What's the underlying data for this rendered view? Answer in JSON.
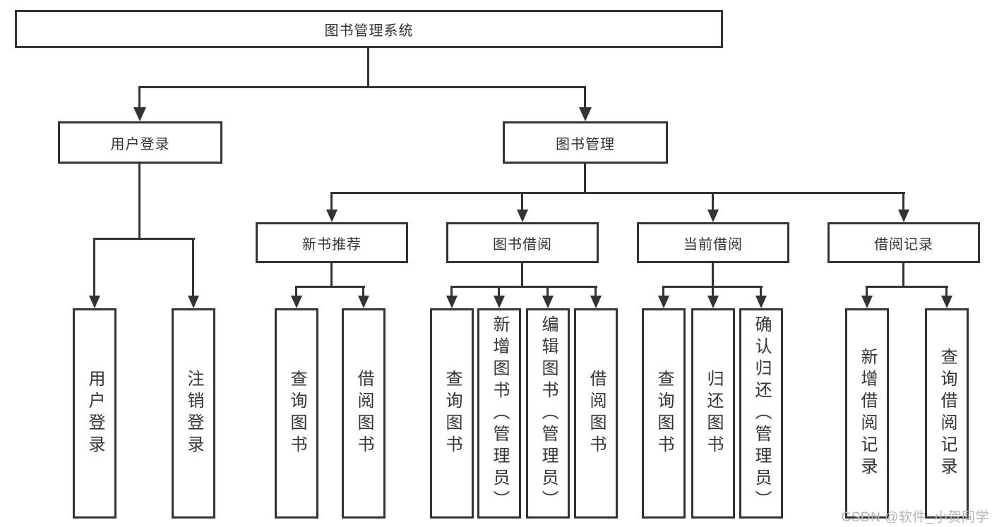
{
  "colors": {
    "line": "#333333",
    "text": "#333333",
    "watermark": "#b5b5b5",
    "background": "#ffffff"
  },
  "watermark": "CSDN @软件_小贺同学",
  "tree": {
    "label": "图书管理系统",
    "children": [
      {
        "label": "用户登录",
        "children": [
          {
            "label": "用户登录"
          },
          {
            "label": "注销登录"
          }
        ]
      },
      {
        "label": "图书管理",
        "children": [
          {
            "label": "新书推荐",
            "children": [
              {
                "label": "查询图书"
              },
              {
                "label": "借阅图书"
              }
            ]
          },
          {
            "label": "图书借阅",
            "children": [
              {
                "label": "查询图书"
              },
              {
                "label": "新增图书（管理员）"
              },
              {
                "label": "编辑图书（管理员）"
              },
              {
                "label": "借阅图书"
              }
            ]
          },
          {
            "label": "当前借阅",
            "children": [
              {
                "label": "查询图书"
              },
              {
                "label": "归还图书"
              },
              {
                "label": "确认归还（管理员）"
              }
            ]
          },
          {
            "label": "借阅记录",
            "children": [
              {
                "label": "新增借阅记录"
              },
              {
                "label": "查询借阅记录"
              }
            ]
          }
        ]
      }
    ]
  }
}
